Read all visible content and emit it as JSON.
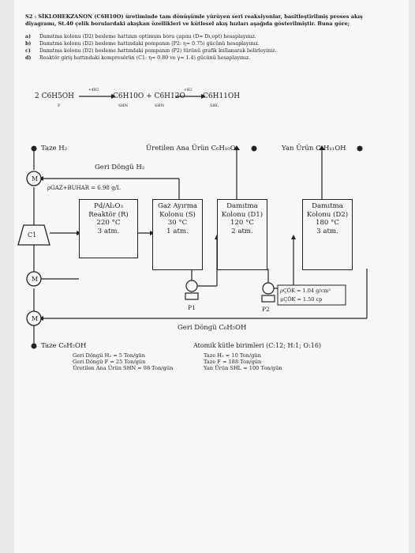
{
  "header": {
    "line1": "S2 : SİKLOHEKZANON (C6H10O) üretiminde tam dönüşümle yürüyen seri reaksiyonlar, basitleştirilmiş proses akış",
    "line2": "diyagramı, St.40 çelik borulardaki akışkan özellikleri ve kütlesel akış hızları aşağıda gösterilmiştir. Buna göre;"
  },
  "questions": [
    {
      "label": "a)",
      "text": "Damıtma kolonu (D2) besleme hattının optimum boru çapını (D= Dı,opt) hesaplayınız."
    },
    {
      "label": "b)",
      "text": "Damıtma kolonu (D2) besleme hattındaki pompanın (P2: η= 0.75) gücünü hesaplayınız."
    },
    {
      "label": "c)",
      "text": "Damıtma kolonu (D2) besleme hattındaki pompanın (P2) türünü grafik kullanarak belirleyiniz."
    },
    {
      "label": "d)",
      "text": "Reaktör giriş hattındaki kompresörün (C1: η= 0.80 ve γ= 1.4) gücünü hesaplayınız."
    }
  ],
  "reaction": {
    "reactant": "2 C6H5OH",
    "arrow1_top": "+4H2",
    "mid": "C6H10O + C6H12O",
    "arrow2_top": "+H2",
    "product": "C6H11OH",
    "sub_f": "F",
    "sub_shn1": "SHN",
    "sub_shn2": "SHN",
    "sub_shl": "SHL"
  },
  "diagram": {
    "taze_h2": "Taze H₂",
    "main_product": "Üretilen Ana Ürün C₆H₁₀O",
    "side_product": "Yan Ürün C₆H₁₁OH",
    "recycle_h2": "Geri Döngü H₂",
    "gas_density": "ρGAZ+BUHAR = 6.98 g/L",
    "compressor": "C1",
    "motor": "M",
    "reactor": {
      "line1": "Pd/Al₂O₃",
      "line2": "Reaktör (R)",
      "line3": "220 °C",
      "line4": "3 atm."
    },
    "separator": {
      "line1": "Gaz Ayırma",
      "line2": "Kolonu (S)",
      "line3": "30 °C",
      "line4": "1 atm."
    },
    "d1": {
      "line1": "Damıtma",
      "line2": "Kolonu (D1)",
      "line3": "120 °C",
      "line4": "2 atm."
    },
    "d2": {
      "line1": "Damıtma",
      "line2": "Kolonu (D2)",
      "line3": "180 °C",
      "line4": "3 atm."
    },
    "pump1": "P1",
    "pump2": "P2",
    "rho_cok": "ρÇÖK = 1.04 g/cm³",
    "mu_cok": "μÇÖK = 1.50 cp",
    "recycle_phenol": "Geri Döngü C₆H₅OH",
    "taze_phenol": "Taze C₆H₅OH"
  },
  "flows_left": [
    "Geri Döngü H₂ = 5 Ton/gün",
    "Geri Döngü F = 25 Ton/gün",
    "Üretilen Ana Ürün SHN = 98 Ton/gün"
  ],
  "atomic": "Atomik kütle birimleri (C:12; H:1; O:16)",
  "flows_right": [
    "Taze H₂ = 10 Ton/gün",
    "Taze F = 188 Ton/gün",
    "Yan Ürün SHL = 100 Ton/gün"
  ]
}
